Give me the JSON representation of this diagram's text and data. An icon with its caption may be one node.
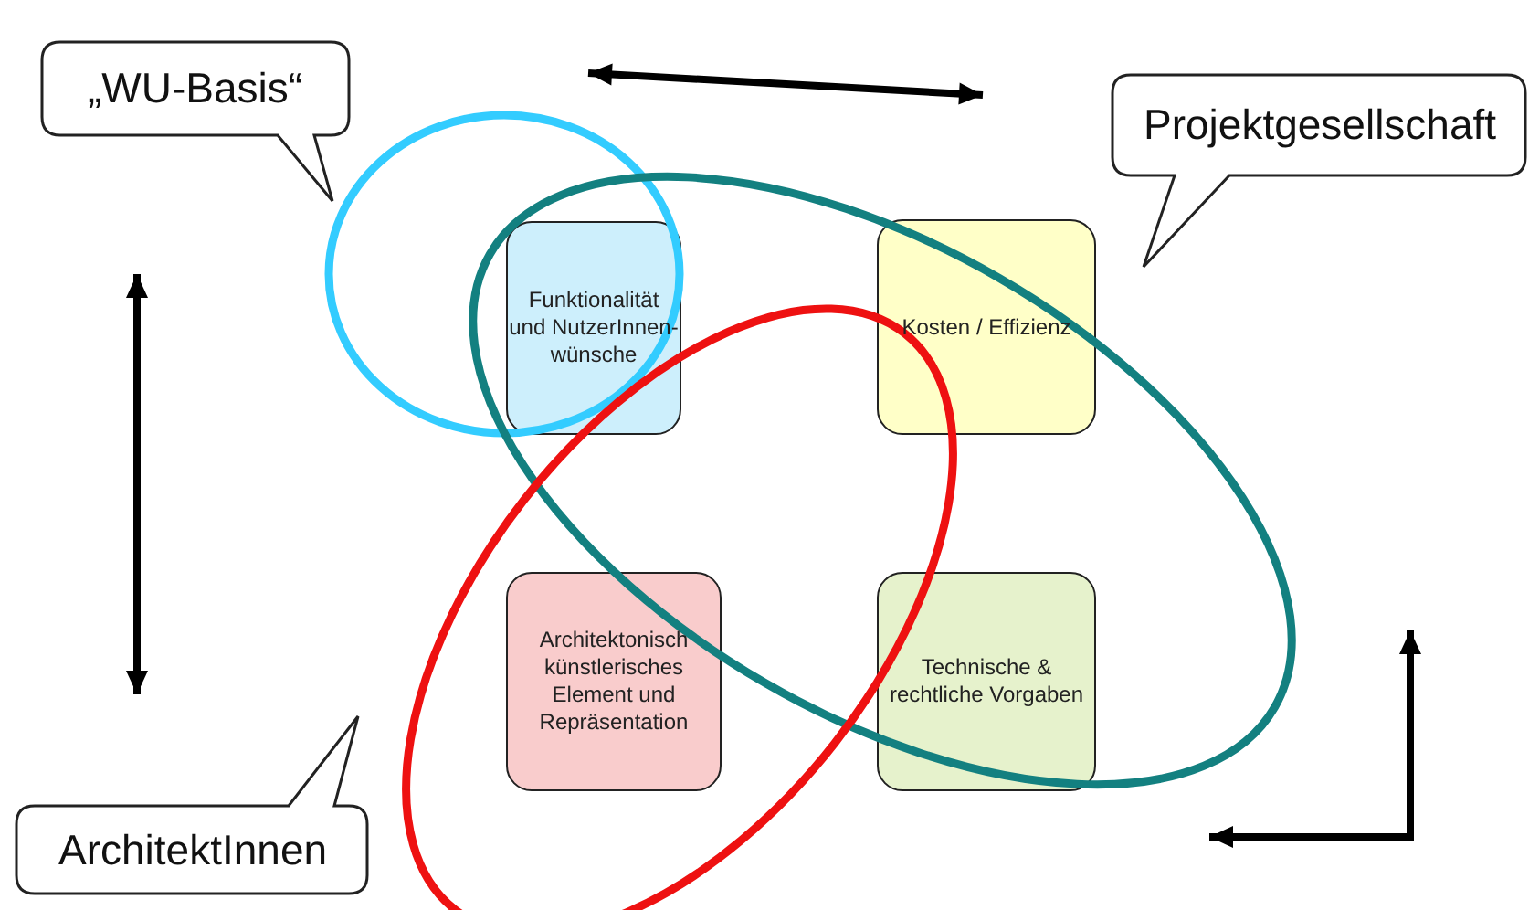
{
  "diagram": {
    "nodes": [
      {
        "text": [
          "„WU-Basis“"
        ]
      },
      {
        "text": [
          "Projektgesellschaft"
        ]
      },
      {
        "text": [
          "Funktionalität und NutzerInnen-wünsche"
        ]
      },
      {
        "text": [
          "Kosten / Effizienz"
        ]
      },
      {
        "text": [
          "Architektonisch künstlerisches Element und Repräsentation"
        ]
      },
      {
        "text": [
          "Technische & rechtliche Vorgaben"
        ]
      },
      {
        "text": [
          "ArchitektInnen"
        ]
      }
    ]
  }
}
